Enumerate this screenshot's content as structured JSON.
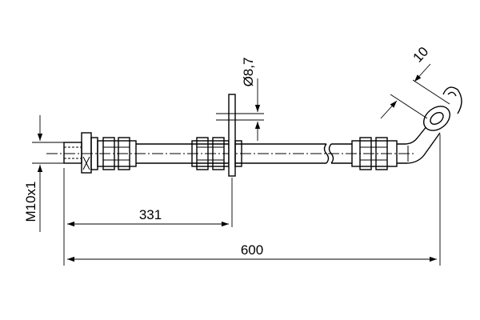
{
  "dimensions": {
    "overall_length": "600",
    "flange_position": "331",
    "thread": "M10x1",
    "bore_diameter": "Ø8,7",
    "banjo_offset": "10"
  }
}
